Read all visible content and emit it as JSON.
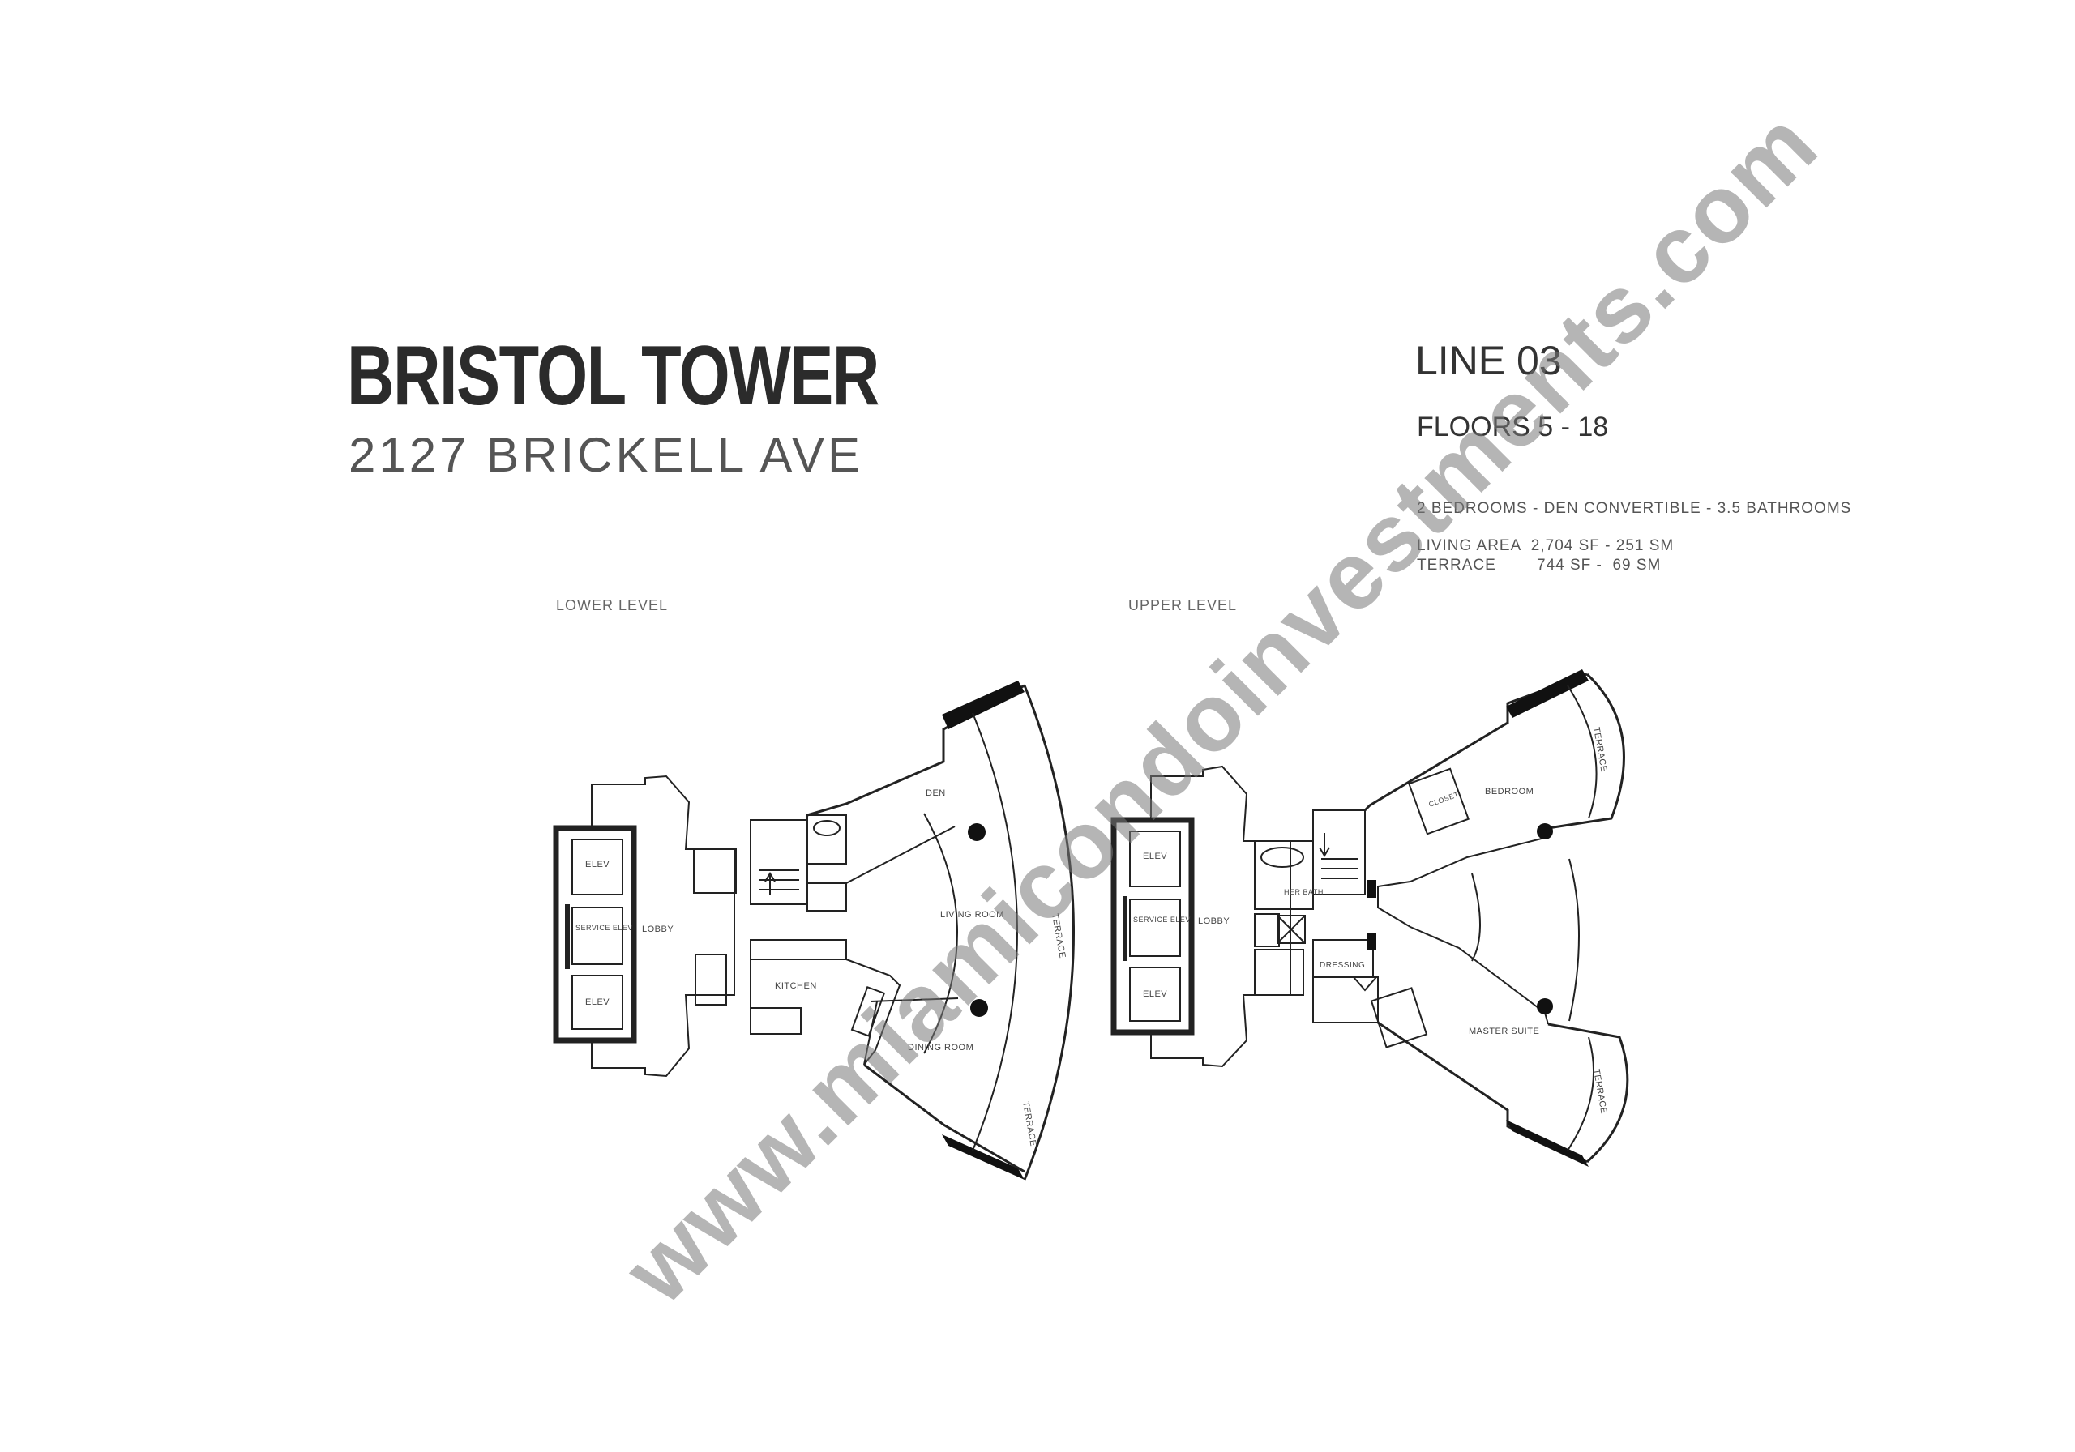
{
  "header": {
    "building": "BRISTOL TOWER",
    "address": "2127 BRICKELL AVE"
  },
  "unit": {
    "line": "LINE 03",
    "floors": "FLOORS 5 - 18",
    "layout": "2 BEDROOMS - DEN CONVERTIBLE - 3.5 BATHROOMS",
    "living_area": "LIVING AREA  2,704 SF - 251 SM",
    "terrace": "TERRACE        744 SF -  69 SM"
  },
  "levels": {
    "lower": "LOWER LEVEL",
    "upper": "UPPER LEVEL"
  },
  "rooms": {
    "lower": {
      "elev_top": "ELEV",
      "service_elev": "SERVICE ELEV",
      "elev_bottom": "ELEV",
      "lobby": "LOBBY",
      "den": "DEN",
      "living_room": "LIVING ROOM",
      "terrace_right": "TERRACE",
      "kitchen": "KITCHEN",
      "dining_room": "DINING ROOM",
      "terrace_bottom": "TERRACE"
    },
    "upper": {
      "elev_top": "ELEV",
      "service_elev": "SERVICE ELEV",
      "elev_bottom": "ELEV",
      "lobby": "LOBBY",
      "bedroom": "BEDROOM",
      "closet": "CLOSET",
      "terrace_top": "TERRACE",
      "his_her_bath": "HER BATH",
      "dressing": "DRESSING",
      "master_suite": "MASTER SUITE",
      "terrace_bottom": "TERRACE"
    }
  },
  "watermark": "www.miamicondoinvestments.com"
}
